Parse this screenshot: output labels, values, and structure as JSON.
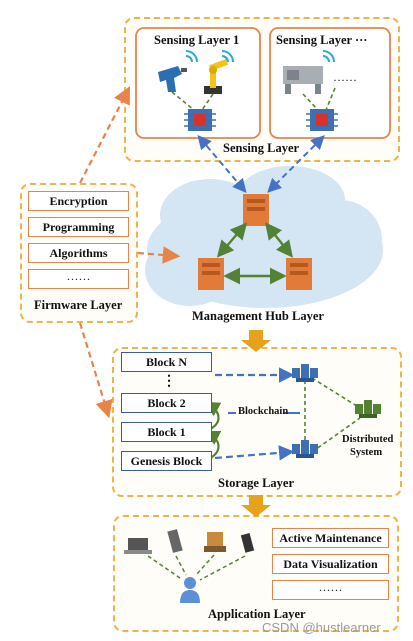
{
  "sensing": {
    "layer_label": "Sensing Layer",
    "box1_title": "Sensing Layer 1",
    "box2_title": "Sensing Layer ···",
    "box2_dots": "······"
  },
  "firmware": {
    "layer_label": "Firmware Layer",
    "items": [
      "Encryption",
      "Programming",
      "Algorithms",
      "······"
    ]
  },
  "hub": {
    "layer_label": "Management Hub Layer"
  },
  "storage": {
    "layer_label": "Storage Layer",
    "blocks": [
      "Block N",
      "Block 2",
      "Block 1",
      "Genesis Block"
    ],
    "block_ellipsis": "⋮",
    "blockchain_label": "Blockchain",
    "distributed_label_1": "Distributed",
    "distributed_label_2": "System"
  },
  "application": {
    "layer_label": "Application Layer",
    "items": [
      "Active Maintenance",
      "Data Visualization",
      "······"
    ]
  },
  "watermark": "CSDN @hustlearner",
  "colors": {
    "panel_border": "#f0b24a",
    "orange_arrow": "#e8834a",
    "blue_link": "#4472c4",
    "green_link": "#548235",
    "server": "#e07b39",
    "flow_arrow": "#e6a21a"
  }
}
